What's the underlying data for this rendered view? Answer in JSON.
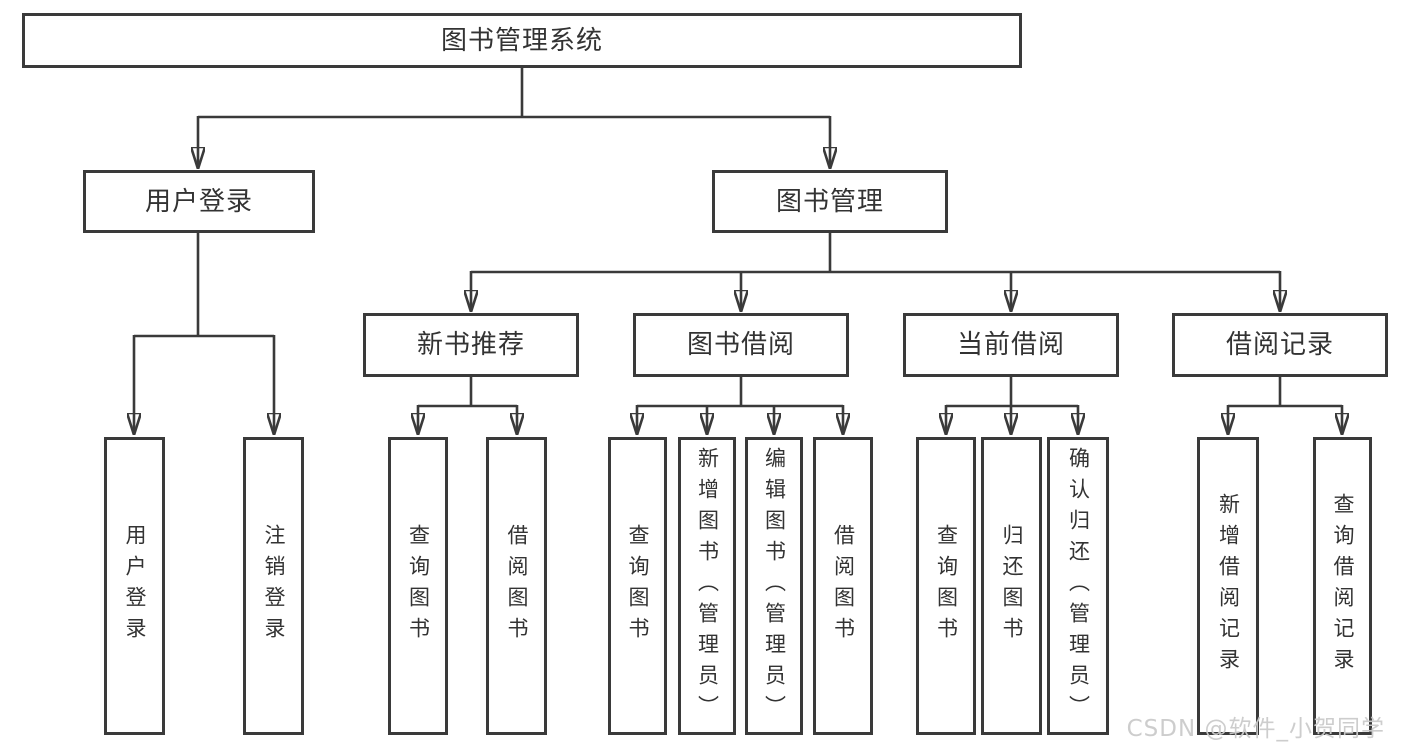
{
  "tree": {
    "label": "图书管理系统",
    "children": [
      {
        "label": "用户登录",
        "children": [
          {
            "label": "用户登录"
          },
          {
            "label": "注销登录"
          }
        ]
      },
      {
        "label": "图书管理",
        "children": [
          {
            "label": "新书推荐",
            "children": [
              {
                "label": "查询图书"
              },
              {
                "label": "借阅图书"
              }
            ]
          },
          {
            "label": "图书借阅",
            "children": [
              {
                "label": "查询图书"
              },
              {
                "label": "新增图书（管理员）"
              },
              {
                "label": "编辑图书（管理员）"
              },
              {
                "label": "借阅图书"
              }
            ]
          },
          {
            "label": "当前借阅",
            "children": [
              {
                "label": "查询图书"
              },
              {
                "label": "归还图书"
              },
              {
                "label": "确认归还（管理员）"
              }
            ]
          },
          {
            "label": "借阅记录",
            "children": [
              {
                "label": "新增借阅记录"
              },
              {
                "label": "查询借阅记录"
              }
            ]
          }
        ]
      }
    ]
  },
  "watermark": {
    "text": "CSDN @软件_小贺同学"
  },
  "colors": {
    "line": "#3a3a3a",
    "text": "#333333",
    "background": "#ffffff",
    "watermark": "#cacaca"
  }
}
